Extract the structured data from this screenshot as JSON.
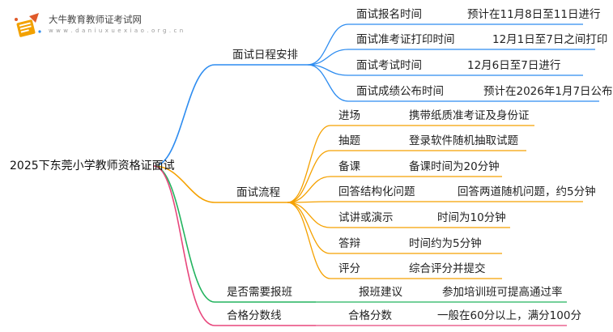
{
  "brand": {
    "name": "大牛教育教师证考试网",
    "url": "w w w . d a n i u x u e x i a o . o r g . c n"
  },
  "root": {
    "label": "2025下东莞小学教师资格证面试"
  },
  "branches": [
    {
      "label": "面试日程安排",
      "color": "#2d8cf0",
      "items": [
        {
          "label": "面试报名时间",
          "value": "预计在11月8日至11日进行"
        },
        {
          "label": "面试准考证打印时间",
          "value": "12月1日至7日之间打印"
        },
        {
          "label": "面试考试时间",
          "value": "12月6日至7日进行"
        },
        {
          "label": "面试成绩公布时间",
          "value": "预计在2026年1月7日公布"
        }
      ]
    },
    {
      "label": "面试流程",
      "color": "#f5a100",
      "items": [
        {
          "label": "进场",
          "value": "携带纸质准考证及身份证"
        },
        {
          "label": "抽题",
          "value": "登录软件随机抽取试题"
        },
        {
          "label": "备课",
          "value": "备课时间为20分钟"
        },
        {
          "label": "回答结构化问题",
          "value": "回答两道随机问题，约5分钟"
        },
        {
          "label": "试讲或演示",
          "value": "时间为10分钟"
        },
        {
          "label": "答辩",
          "value": "时间约为5分钟"
        },
        {
          "label": "评分",
          "value": "综合评分并提交"
        }
      ]
    },
    {
      "label": "是否需要报班",
      "color": "#22b35e",
      "items": [
        {
          "label": "报班建议",
          "value": "参加培训班可提高通过率"
        }
      ]
    },
    {
      "label": "合格分数线",
      "color": "#e8467c",
      "items": [
        {
          "label": "合格分数",
          "value": "一般在60分以上，满分100分"
        }
      ]
    }
  ]
}
